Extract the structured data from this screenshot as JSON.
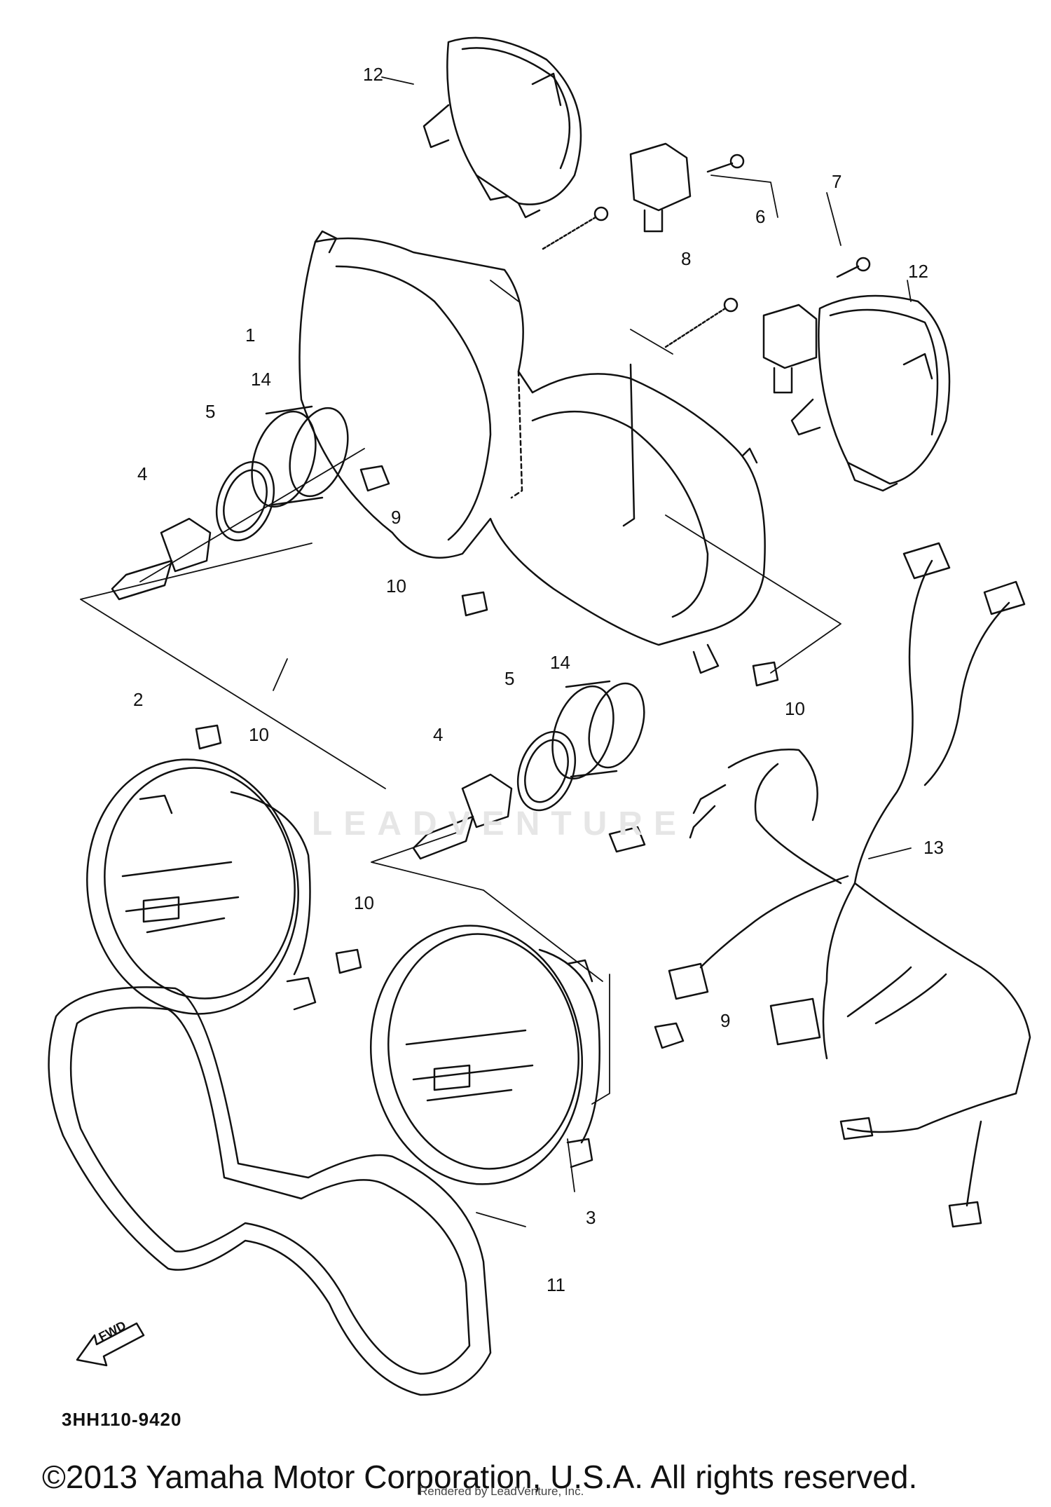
{
  "watermark": "LEADVENTURE",
  "callouts": {
    "c1": "1",
    "c2": "2",
    "c3": "3",
    "c4a": "4",
    "c4b": "4",
    "c5a": "5",
    "c5b": "5",
    "c6": "6",
    "c7": "7",
    "c8": "8",
    "c9a": "9",
    "c9b": "9",
    "c10a": "10",
    "c10b": "10",
    "c10c": "10",
    "c10d": "10",
    "c11": "11",
    "c12a": "12",
    "c12b": "12",
    "c13": "13",
    "c14a": "14",
    "c14b": "14"
  },
  "fwd_arrow_label": "FWD",
  "drawing_code": "3HH110-9420",
  "copyright": "©2013 Yamaha Motor Corporation, U.S.A. All rights reserved.",
  "rendered_by": "Rendered by LeadVenture, Inc.",
  "colors": {
    "line": "#111111",
    "background": "#ffffff",
    "watermark": "#e6e6e6"
  }
}
